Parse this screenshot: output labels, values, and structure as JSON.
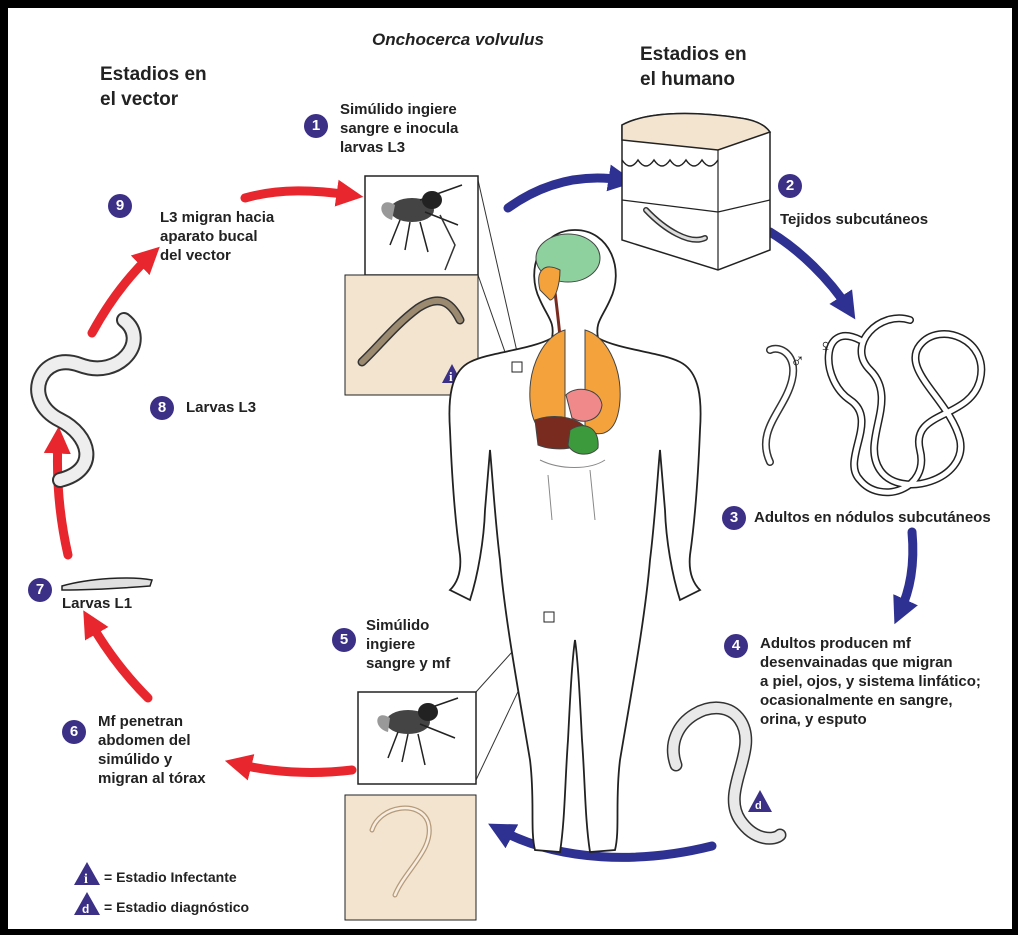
{
  "title": "Onchocerca volvulus",
  "headings": {
    "vector": "Estadios en\nel vector",
    "human": "Estadios en\nel humano"
  },
  "steps": [
    {
      "num": "1",
      "text": "Simúlido ingiere\nsangre e inocula\nlarvas L3"
    },
    {
      "num": "2",
      "text": "Tejidos subcutáneos"
    },
    {
      "num": "3",
      "text": "Adultos en nódulos subcutáneos"
    },
    {
      "num": "4",
      "text": "Adultos producen mf\ndesenvainadas que migran\na piel, ojos, y sistema linfático;\nocasionalmente en sangre,\norina, y esputo"
    },
    {
      "num": "5",
      "text": "Simúlido\ningiere\nsangre y mf"
    },
    {
      "num": "6",
      "text": "Mf penetran\nabdomen del\nsimúlido y\nmigran al tórax"
    },
    {
      "num": "7",
      "text": "Larvas L1"
    },
    {
      "num": "8",
      "text": "Larvas L3"
    },
    {
      "num": "9",
      "text": "L3 migran hacia\naparato bucal\ndel vector"
    }
  ],
  "legend": [
    {
      "symbol": "i",
      "text": "= Estadio Infectante"
    },
    {
      "symbol": "d",
      "text": "= Estadio diagnóstico"
    }
  ],
  "sex_symbols": {
    "male": "♂",
    "female": "♀"
  },
  "colors": {
    "step_circle": "#3b2f86",
    "human_arrow": "#2e3192",
    "vector_arrow": "#e8262d",
    "inset_bg": "#f3e4d0",
    "lungs": "#f4a23c",
    "brain": "#8fd19e",
    "heart": "#f08a8a",
    "liver": "#7a2b20",
    "stomach": "#3c9a3c"
  }
}
